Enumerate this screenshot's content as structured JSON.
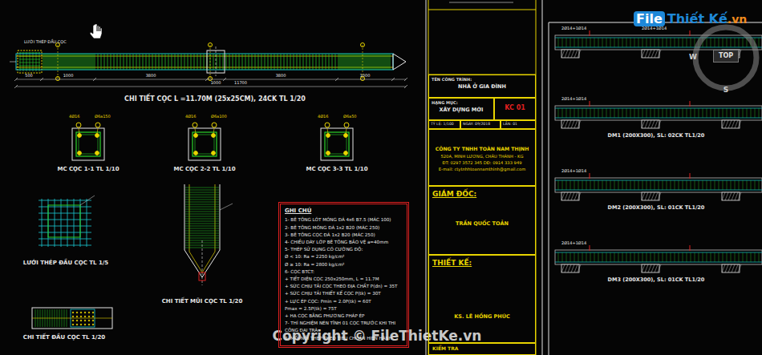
{
  "diagram": {
    "nodes": [
      {
        "text": [
          "GHI CHÚ",
          "1- BÊ TÔNG LÓT MÓNG ĐÁ 4x6 B7.5 (MÁC 100)",
          "2- BÊ TÔNG MÓNG ĐÁ 1x2 B20 (MÁC 250)",
          "3- BÊ TÔNG CỌC ĐÁ 1x2 B20 (MÁC 250)",
          "4- CHIỀU DÀY LỚP BÊ TÔNG BẢO VỆ a=40mm",
          "5- THÉP SỬ DỤNG CÓ CƯỜNG ĐỘ:",
          "Ø < 10: Ra = 2250 kg/cm²",
          "Ø ≥ 10: Ra = 2800 kg/cm²",
          "6- CỌC BTCT:",
          "+ TIẾT DIỆN CỌC 250x250mm, L = 11.7M",
          "+ SỨC CHỊU TẢI CỌC THEO ĐỊA CHẤT P(đn) = 35T",
          "+ SỨC CHỊU TẢI THIẾT KẾ CỌC P(tk) = 30T",
          "+ LỰC ÉP CỌC: Pmin = 2.0P(tk) = 60T",
          "Pmax = 2.5P(tk) = 75T",
          "+ HẠ CỌC BẰNG PHƯƠNG PHÁP ÉP",
          "7- THÍ NGHIỆM NÉN TĨNH 01 CỌC TRƯỚC KHI THI CÔNG ĐẠI TRÀ",
          "8- MỐI NỐI THÉP THEO TIÊU CHUẨN HIỆN HÀNH"
        ]
      },
      {
        "text": [
          "TÊN CÔNG TRÌNH:",
          "NHÀ Ở GIA ĐÌNH"
        ]
      },
      {
        "text": [
          "HẠNG MỤC:",
          "XÂY DỰNG MỚI"
        ]
      },
      {
        "text": [
          "KC 01"
        ]
      },
      {
        "text": [
          "TỶ LỆ: 1/100"
        ]
      },
      {
        "text": [
          "NGÀY: 09/2018"
        ]
      },
      {
        "text": [
          "LẦN: 01"
        ]
      },
      {
        "text": [
          "CÔNG TY TNHH TOÀN NAM THỊNH",
          "520A, MINH LƯƠNG, CHÂU THÀNH - KG",
          "ĐT: 0297 3572 345  DĐ: 0914 333 949",
          "E-mail: ctytnhhtoannamthinh@gmail.com"
        ]
      },
      {
        "text": [
          "GIÁM ĐỐC:",
          "TRẦN QUỐC TOẢN"
        ]
      },
      {
        "text": [
          "THIẾT KẾ:",
          "KS. LÊ HỒNG PHÚC"
        ]
      },
      {
        "text": [
          "KIỂM TRA"
        ]
      },
      {
        "text": [
          "File",
          "Thiết Kế",
          ".vn"
        ]
      },
      {
        "text": [
          "TOP"
        ]
      }
    ],
    "labels": [
      "CHI TIẾT CỌC L =11.70M (25x25CM), 24CK TL 1/20",
      "MC CỌC 1-1 TL 1/10",
      "MC CỌC 2-2 TL 1/10",
      "MC CỌC 3-3 TL 1/10",
      "LƯỚI THÉP ĐẦU CỌC TL 1/5",
      "CHI TIẾT MŨI CỌC TL 1/20",
      "CHI TIẾT ĐẦU CỌC TL 1/20",
      "LƯỚI THÉP ĐẦU CỌC",
      "4Ø16",
      "Ø6a150",
      "4Ø16",
      "Ø6a100",
      "4Ø16",
      "Ø6a50",
      "500",
      "1000",
      "3800",
      "1000",
      "3800",
      "1000",
      "11700",
      "2Ø14+1Ø14",
      "2Ø14+1Ø14",
      "2Ø14+1Ø14",
      "DM1 (200X300), SL: 02CK TL1/20",
      "2Ø14+1Ø14",
      "DM2 (200X300), SL: 01CK TL1/20",
      "2Ø14+1Ø14",
      "DM3 (200X300), SL: 01CK TL1/20",
      "W",
      "S",
      "Copyright © FileThietKe.vn"
    ]
  }
}
